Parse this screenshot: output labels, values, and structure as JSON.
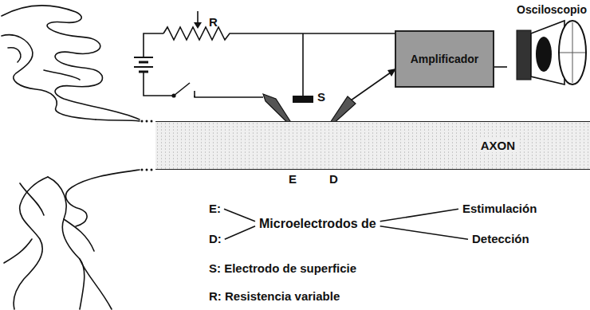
{
  "diagram": {
    "nodes": [
      {
        "text": [
          "Amplificador"
        ]
      },
      {
        "text": [
          "Osciloscopio"
        ]
      },
      {
        "text": [
          "AXON"
        ]
      }
    ],
    "edges": [
      {
        "from": 0,
        "to": 1,
        "arrow": "none"
      }
    ],
    "labels": [
      "R",
      "S",
      "E",
      "D",
      "E:",
      "D:",
      "Microelectrodos de",
      "Estimulación",
      "Detección",
      "S: Electrodo de superficie",
      "R: Resistencia variable"
    ]
  }
}
